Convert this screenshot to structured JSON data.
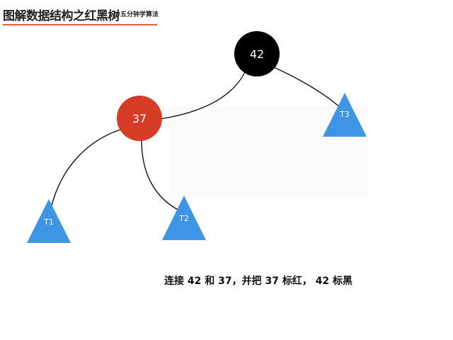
{
  "header": {
    "title": "图解数据结构之红黑树",
    "subtitle": "@五分钟学算法"
  },
  "tree": {
    "nodes": [
      {
        "id": "n42",
        "label": "42",
        "color": "black"
      },
      {
        "id": "n37",
        "label": "37",
        "color": "red"
      }
    ],
    "subtrees": [
      {
        "id": "t1",
        "label": "T1"
      },
      {
        "id": "t2",
        "label": "T2"
      },
      {
        "id": "t3",
        "label": "T3"
      }
    ],
    "edges": [
      {
        "from": "n42",
        "to": "n37"
      },
      {
        "from": "n42",
        "to": "t3"
      },
      {
        "from": "n37",
        "to": "t1"
      },
      {
        "from": "n37",
        "to": "t2"
      }
    ]
  },
  "caption": "连接 42 和 37，并把 37 标红， 42 标黑",
  "colors": {
    "node_black": "#000000",
    "node_red": "#d63b26",
    "subtree_blue": "#3e95e6",
    "edge": "#111111",
    "header_rule": "#e25b45"
  }
}
